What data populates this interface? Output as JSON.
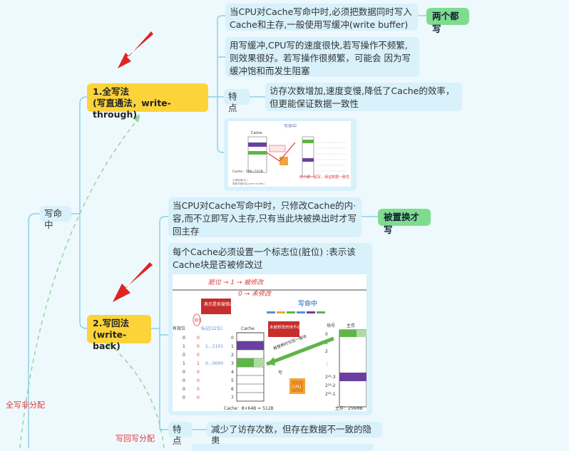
{
  "root": {
    "label": "写命中"
  },
  "write_through": {
    "title_line1": "1.全写法",
    "title_line2": "(写直通法，write-through)",
    "note1": "当CPU对Cache写命中时,必须把数据同时写入Cache和主存,一般使用写缓冲(write buffer)",
    "tag1": "两个都写",
    "note2": "用写缓冲,CPU写的速度很快,若写操作不频繁,则效果很好。若写操作很频繁，可能会 因为写缓冲饱和而发生阻塞",
    "feature_label": "特点",
    "feature_text": "访存次数增加,速度变慢,降低了Cache的效率，但更能保证数据一致性",
    "img": {
      "title": "写命中",
      "cache_label": "Cache",
      "cache_size": "Cache：1KB=512B",
      "red_note": "两个都一起写，保证数据一致性",
      "caption_l1": "正确答案(中)",
      "caption_l2": "更新写缓冲区(write buffer)"
    }
  },
  "write_back": {
    "title_line1": "2.写回法",
    "title_line2": "(write-back)",
    "note1": "当CPU对Cache写命中时，只修改Cache的内·容,而不立即写入主存,只有当此块被换出时才写回主存",
    "tag1": "被置换才写",
    "note2": "每个Cache必须设置一个标志位(脏位) :表示该Cache块是否被修改过",
    "feature_label": "特点",
    "feature_text": "减少了访存次数，但存在数据不一致的隐患",
    "img": {
      "handwrite1": "脏位 → 1 → 被修改",
      "handwrite2": "0 → 未修改",
      "title": "写命中",
      "bubble1": "表示是否被修改过",
      "bubble2": "未被修改的块不必写回",
      "dirty": "脏位",
      "valid_col": "有效位",
      "tag_col": "标记(22位)",
      "cache_col": "Cache",
      "block_col": "块号",
      "mem_col": "主存",
      "rows": [
        {
          "v": "0",
          "d": "0",
          "t": "",
          "n": "0"
        },
        {
          "v": "1",
          "d": "0",
          "t": "1…1101",
          "n": "1"
        },
        {
          "v": "0",
          "d": "0",
          "t": "",
          "n": "2"
        },
        {
          "v": "1",
          "d": "1",
          "t": "0…0000",
          "n": "3"
        },
        {
          "v": "0",
          "d": "0",
          "t": "",
          "n": "4"
        },
        {
          "v": "0",
          "d": "0",
          "t": "",
          "n": "5"
        },
        {
          "v": "0",
          "d": "0",
          "t": "",
          "n": "6"
        },
        {
          "v": "0",
          "d": "0",
          "t": "",
          "n": "7"
        }
      ],
      "mem_nums": [
        "0",
        "1",
        "2",
        "⋮",
        "2²²-3",
        "2²²-2",
        "2²²-1"
      ],
      "swap_label": "被替换时写回一整块",
      "write_label": "写",
      "cpu": "CPU",
      "cache_size": "Cache：8×64B = 512B",
      "mem_size": "主存：256MB"
    }
  },
  "side_labels": {
    "left": "全写非分配",
    "bottom": "写回写分配"
  },
  "colors": {
    "node_bg": "#d8f1fb",
    "yellow": "#fdd33a",
    "green": "#7fdc8f",
    "line": "#8fd0ea",
    "red": "#e03b3b",
    "dashed": "#8fd99a"
  }
}
